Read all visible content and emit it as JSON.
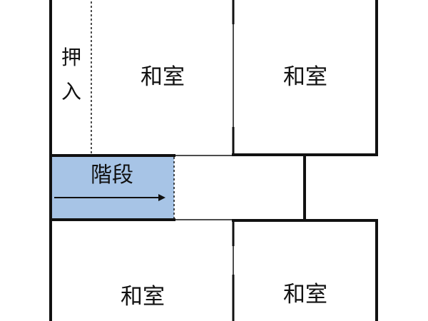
{
  "plan": {
    "rooms": {
      "top_left": "和室",
      "top_right": "和室",
      "bottom_left": "和室",
      "bottom_right": "和室"
    },
    "closet": {
      "char_1": "押",
      "char_2": "入"
    },
    "stairs": {
      "label": "階段",
      "direction": "right"
    },
    "colors": {
      "wall": "#111111",
      "stairs_fill": "#a7c4e6",
      "background": "#ffffff"
    }
  }
}
